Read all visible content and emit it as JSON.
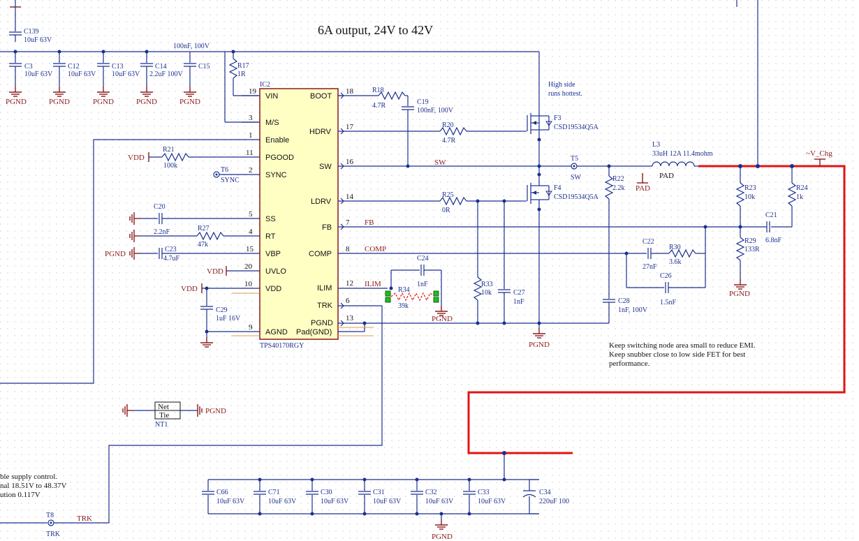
{
  "title": "6A output, 24V to 42V",
  "ic": {
    "ref": "IC2",
    "part": "TPS40170RGY",
    "left_pins": [
      {
        "num": "19",
        "name": "VIN"
      },
      {
        "num": "3",
        "name": "M/S"
      },
      {
        "num": "1",
        "name": "Enable"
      },
      {
        "num": "11",
        "name": "PGOOD"
      },
      {
        "num": "2",
        "name": "SYNC"
      },
      {
        "num": "5",
        "name": "SS"
      },
      {
        "num": "4",
        "name": "RT"
      },
      {
        "num": "15",
        "name": "VBP"
      },
      {
        "num": "20",
        "name": "UVLO"
      },
      {
        "num": "10",
        "name": "VDD"
      },
      {
        "num": "9",
        "name": "AGND"
      }
    ],
    "right_pins": [
      {
        "num": "18",
        "name": "BOOT"
      },
      {
        "num": "17",
        "name": "HDRV"
      },
      {
        "num": "16",
        "name": "SW"
      },
      {
        "num": "14",
        "name": "LDRV"
      },
      {
        "num": "7",
        "name": "FB"
      },
      {
        "num": "8",
        "name": "COMP"
      },
      {
        "num": "12",
        "name": "ILIM"
      },
      {
        "num": "6",
        "name": "TRK"
      },
      {
        "num": "13",
        "name": "PGND"
      },
      {
        "num": "",
        "name": "Pad(GND)"
      }
    ]
  },
  "components": {
    "c139": {
      "ref": "C139",
      "val": "10uF 63V"
    },
    "c3": {
      "ref": "C3",
      "val": "10uF 63V"
    },
    "c12": {
      "ref": "C12",
      "val": "10uF 63V"
    },
    "c13": {
      "ref": "C13",
      "val": "10uF 63V"
    },
    "c14": {
      "ref": "C14",
      "val": "2.2uF 100V"
    },
    "c15": {
      "ref": "C15",
      "val": "100nF, 100V"
    },
    "r17": {
      "ref": "R17",
      "val": "1R"
    },
    "r18": {
      "ref": "R18",
      "val": "4.7R"
    },
    "c19": {
      "ref": "C19",
      "val": "100nF, 100V"
    },
    "r20": {
      "ref": "R20",
      "val": "4.7R"
    },
    "f3": {
      "ref": "F3",
      "val": "CSD19534Q5A"
    },
    "f4": {
      "ref": "F4",
      "val": "CSD19534Q5A"
    },
    "r21": {
      "ref": "R21",
      "val": "100k"
    },
    "t6": {
      "ref": "T6",
      "val": "SYNC"
    },
    "c20": {
      "ref": "C20",
      "val": "2.2nF"
    },
    "r27": {
      "ref": "R27",
      "val": "47k"
    },
    "c23": {
      "ref": "C23",
      "val": "4.7uF"
    },
    "c29": {
      "ref": "C29",
      "val": "1uF 16V"
    },
    "r25": {
      "ref": "R25",
      "val": "0R"
    },
    "r33": {
      "ref": "R33",
      "val": "10k"
    },
    "c27": {
      "ref": "C27",
      "val": "1nF"
    },
    "c24": {
      "ref": "C24",
      "val": "1nF"
    },
    "r34": {
      "ref": "R34",
      "val": "39k"
    },
    "c28": {
      "ref": "C28",
      "val": "1nF, 100V"
    },
    "r22": {
      "ref": "R22",
      "val": "2.2k"
    },
    "t5": {
      "ref": "T5",
      "val": "SW"
    },
    "l3": {
      "ref": "L3",
      "val": "33uH 12A 11.4mohm"
    },
    "r23": {
      "ref": "R23",
      "val": "10k"
    },
    "r24": {
      "ref": "R24",
      "val": "1k"
    },
    "r29": {
      "ref": "R29",
      "val": "133R"
    },
    "c21": {
      "ref": "C21",
      "val": "6.8nF"
    },
    "c22": {
      "ref": "C22",
      "val": "27nF"
    },
    "r30": {
      "ref": "R30",
      "val": "3.6k"
    },
    "c26": {
      "ref": "C26",
      "val": "1.5nF"
    },
    "nt1": {
      "ref": "NT1",
      "net": "Net",
      "tie": "Tie"
    },
    "t8": {
      "ref": "T8",
      "val": "TRK"
    },
    "c66": {
      "ref": "C66",
      "val": "10uF 63V"
    },
    "c71": {
      "ref": "C71",
      "val": "10uF 63V"
    },
    "c30": {
      "ref": "C30",
      "val": "10uF 63V"
    },
    "c31": {
      "ref": "C31",
      "val": "10uF 63V"
    },
    "c32": {
      "ref": "C32",
      "val": "10uF 63V"
    },
    "c33": {
      "ref": "C33",
      "val": "10uF 63V"
    },
    "c34": {
      "ref": "C34",
      "val": "220uF 100"
    }
  },
  "nets": {
    "pgnd": "PGND",
    "vdd": "VDD",
    "pad": "PAD",
    "fb": "FB",
    "comp": "COMP",
    "ilim": "ILIM",
    "sw": "SW",
    "trk": "TRK",
    "vchg": "~V_Chg"
  },
  "notes": {
    "high_side": [
      "High side",
      "runs hottest."
    ],
    "snubber": [
      "Keep switching node area small to reduce EMI.",
      "Keep snubber close to low side FET for best",
      "performance."
    ],
    "supply": [
      "ble supply control.",
      "nal 18.51V to 48.37V",
      "ution 0.117V"
    ]
  },
  "colors": {
    "wire": "#1b2f8f",
    "highlight": "#e31313",
    "power_port": "#8b1a1a",
    "ic_fill": "#ffffc4",
    "grid_dot": "#c8c8c8"
  }
}
